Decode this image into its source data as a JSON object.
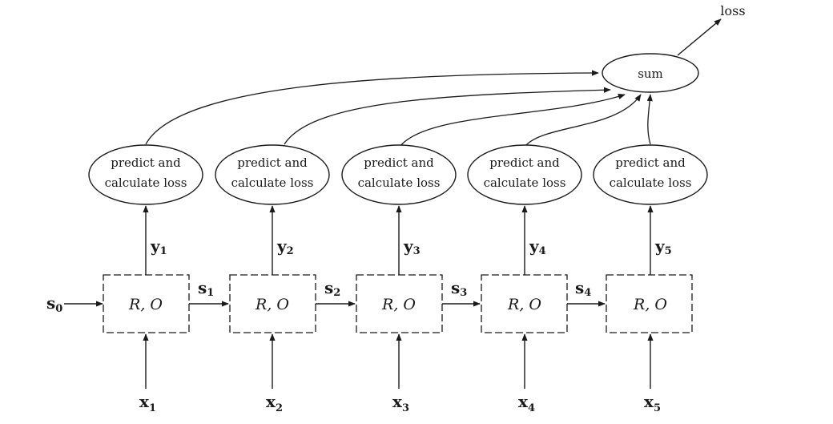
{
  "output_label": "loss",
  "sum_label": "sum",
  "initial_state": {
    "letter": "s",
    "index": "0"
  },
  "cells": [
    {
      "box_label": "R, O",
      "loss_line1": "predict and",
      "loss_line2": "calculate loss",
      "x": "x",
      "x_index": "1",
      "y": "y",
      "y_index": "1",
      "s": "s",
      "s_index": "1"
    },
    {
      "box_label": "R, O",
      "loss_line1": "predict and",
      "loss_line2": "calculate loss",
      "x": "x",
      "x_index": "2",
      "y": "y",
      "y_index": "2",
      "s": "s",
      "s_index": "2"
    },
    {
      "box_label": "R, O",
      "loss_line1": "predict and",
      "loss_line2": "calculate loss",
      "x": "x",
      "x_index": "3",
      "y": "y",
      "y_index": "3",
      "s": "s",
      "s_index": "3"
    },
    {
      "box_label": "R, O",
      "loss_line1": "predict and",
      "loss_line2": "calculate loss",
      "x": "x",
      "x_index": "4",
      "y": "y",
      "y_index": "4",
      "s": "s",
      "s_index": "4"
    },
    {
      "box_label": "R, O",
      "loss_line1": "predict and",
      "loss_line2": "calculate loss",
      "x": "x",
      "x_index": "5",
      "y": "y",
      "y_index": "5"
    }
  ]
}
